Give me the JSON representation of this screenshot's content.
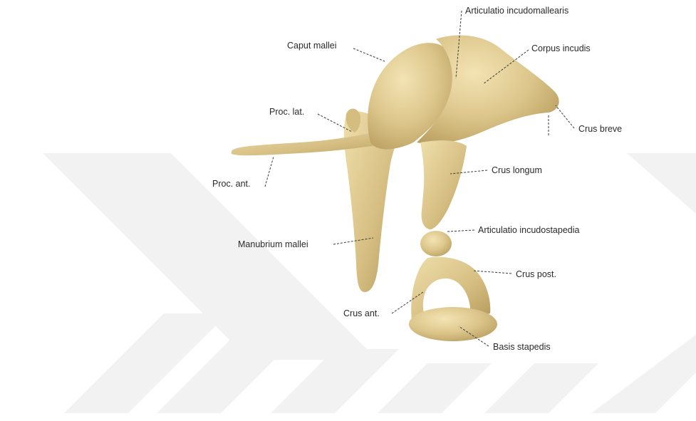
{
  "labels": {
    "articulatio_incudomallearis": "Articulatio incudomallearis",
    "caput_mallei": "Caput mallei",
    "corpus_incudis": "Corpus incudis",
    "proc_lat": "Proc. lat.",
    "crus_breve": "Crus breve",
    "proc_ant": "Proc. ant.",
    "crus_longum": "Crus longum",
    "articulatio_incudostapedia": "Articulatio incudostapedia",
    "manubrium_mallei": "Manubrium mallei",
    "crus_post": "Crus post.",
    "crus_ant": "Crus ant.",
    "basis_stapedis": "Basis stapedis"
  },
  "colors": {
    "bone_light": "#e8d6a0",
    "bone_mid": "#d9c287",
    "bone_dark": "#b89d5e",
    "watermark": "#f1f1f1",
    "label_text": "#2a2a2a"
  }
}
